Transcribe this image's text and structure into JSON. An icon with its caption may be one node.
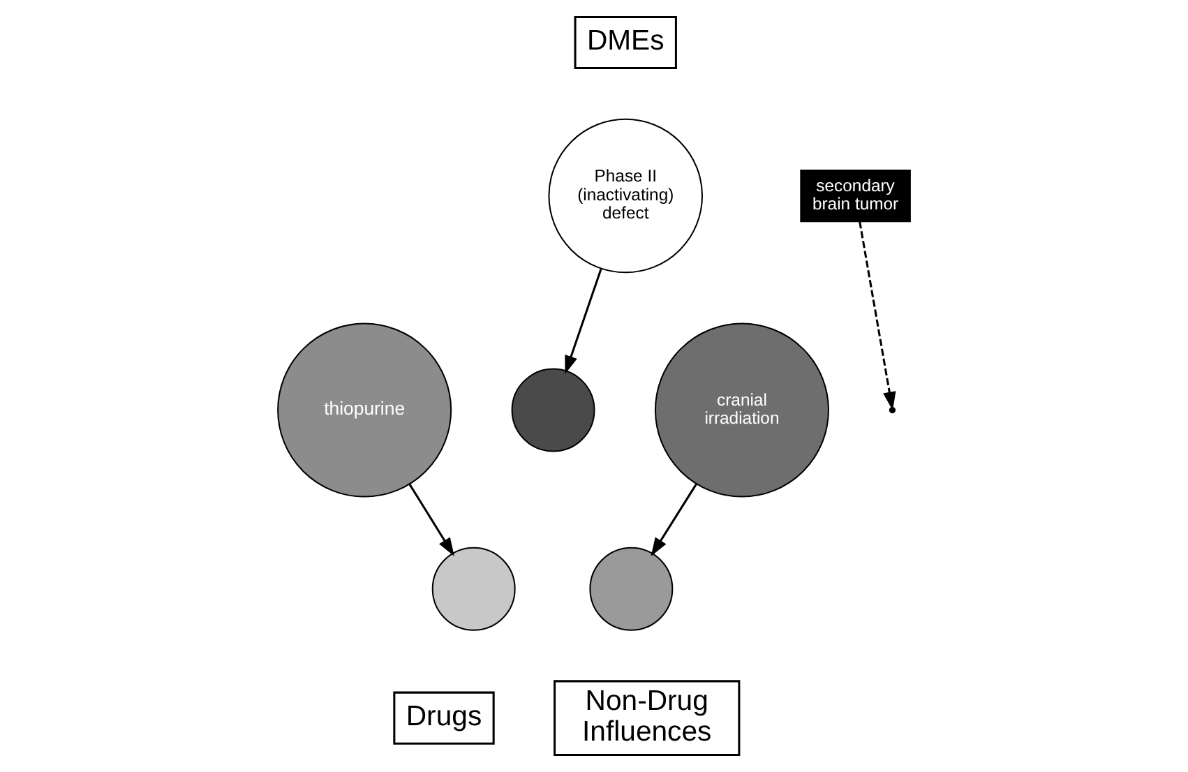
{
  "diagram": {
    "nodes": [
      {
        "text": [
          "DMEs"
        ]
      },
      {
        "text": [
          "Phase II (inactivating) defect"
        ]
      },
      {
        "text": [
          "secondary brain tumor"
        ]
      },
      {
        "text": [
          "thiopurine"
        ]
      },
      {
        "text": [
          "cranial irradiation"
        ]
      },
      {
        "text": [],
        "shape": "circle"
      },
      {
        "text": [],
        "shape": "circle"
      },
      {
        "text": [],
        "shape": "circle"
      },
      {
        "text": [
          "Drugs"
        ]
      },
      {
        "text": [
          "Non-Drug Influences"
        ]
      }
    ],
    "edges": [
      {
        "from": 1,
        "to": 5,
        "arrow": "to"
      },
      {
        "from": 2,
        "to": null,
        "arrow": "to",
        "style": "dashed"
      },
      {
        "from": 3,
        "to": 6,
        "arrow": "to"
      },
      {
        "from": 4,
        "to": 7,
        "arrow": "to"
      }
    ]
  }
}
